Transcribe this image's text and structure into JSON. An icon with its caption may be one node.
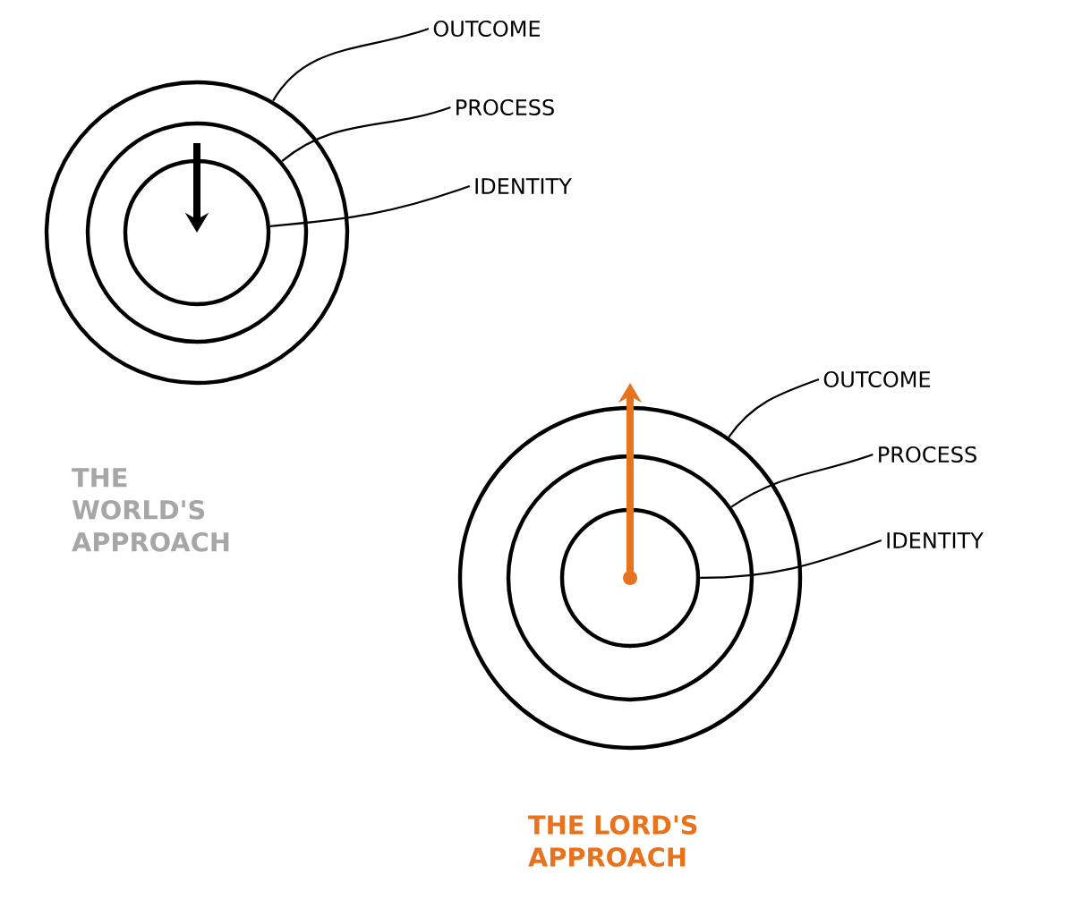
{
  "diagram": {
    "nodes": [
      {
        "text": [],
        "shape": "circle"
      },
      {
        "text": [],
        "shape": "circle",
        "in": 0
      },
      {
        "text": [],
        "shape": "circle",
        "in": 1
      },
      {
        "text": [
          "OUTCOME"
        ]
      },
      {
        "text": [
          "PROCESS"
        ]
      },
      {
        "text": [
          "IDENTITY"
        ]
      },
      {
        "text": [],
        "shape": "circle"
      },
      {
        "text": [],
        "shape": "circle",
        "in": 6
      },
      {
        "text": [],
        "shape": "circle",
        "in": 7
      },
      {
        "text": [
          "OUTCOME"
        ]
      },
      {
        "text": [
          "PROCESS"
        ]
      },
      {
        "text": [
          "IDENTITY"
        ]
      }
    ],
    "edges": [
      {
        "from": 3,
        "to": 0,
        "arrow": "none"
      },
      {
        "from": 4,
        "to": 1,
        "arrow": "none"
      },
      {
        "from": 5,
        "to": 2,
        "arrow": "none"
      },
      {
        "from": 9,
        "to": 6,
        "arrow": "none"
      },
      {
        "from": 10,
        "to": 7,
        "arrow": "none"
      },
      {
        "from": 11,
        "to": 8,
        "arrow": "none"
      },
      {
        "from": null,
        "to": 2,
        "arrow": "to",
        "style": "thick"
      },
      {
        "from": 8,
        "to": null,
        "arrow": "to",
        "style": "thick",
        "color": "#e8731e"
      }
    ],
    "labels": [
      "THE WORLD'S APPROACH",
      "THE LORD'S APPROACH"
    ]
  }
}
